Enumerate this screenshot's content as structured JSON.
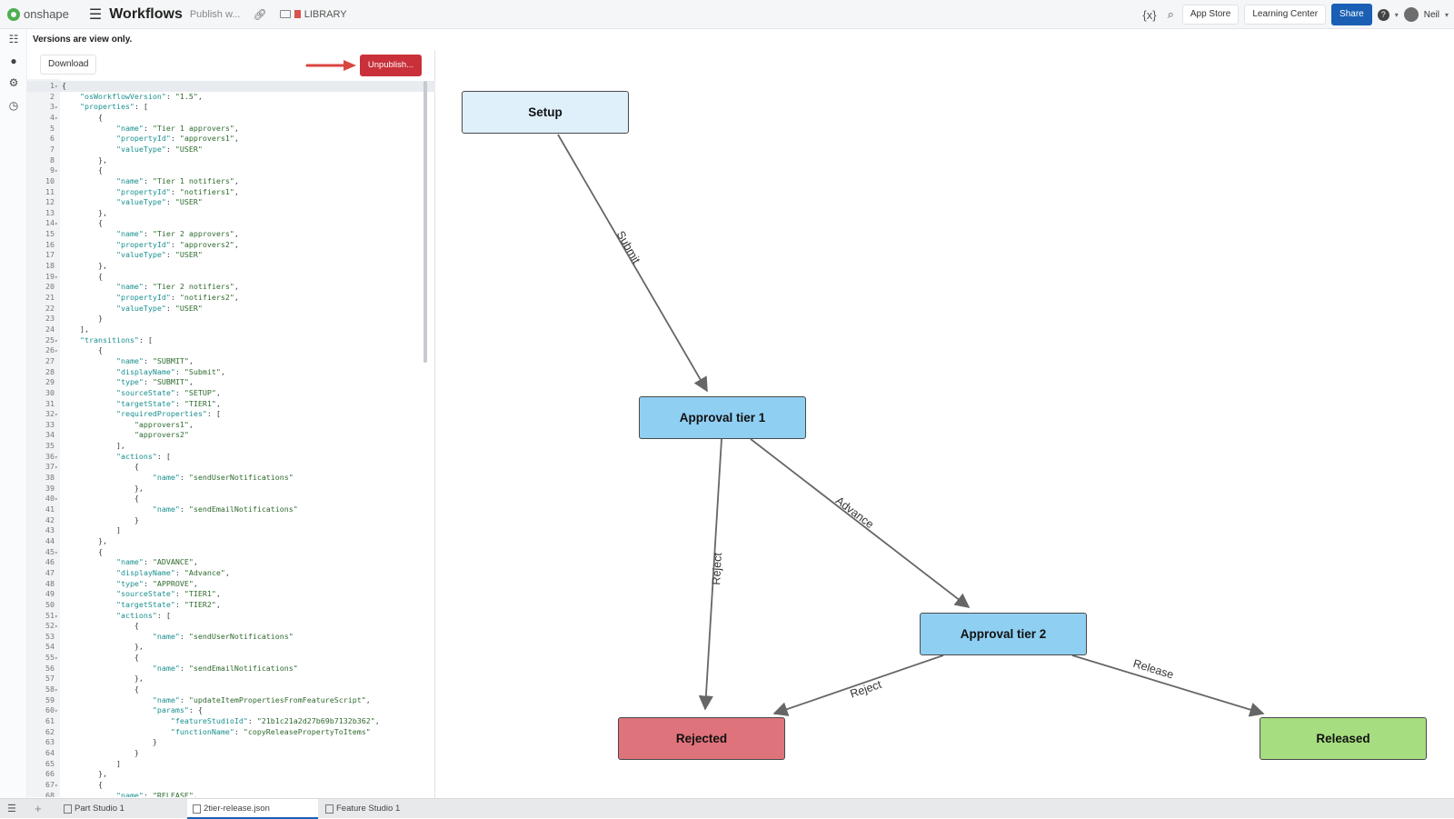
{
  "topbar": {
    "brand": "onshape",
    "title": "Workflows",
    "subtitle": "Publish w...",
    "library_label": "LIBRARY",
    "app_store": "App Store",
    "learning_center": "Learning Center",
    "share": "Share",
    "user": "Neil"
  },
  "notice": "Versions are view only.",
  "editor": {
    "download": "Download",
    "unpublish": "Unpublish...",
    "lines": [
      {
        "n": "1",
        "f": "▾",
        "t": "{"
      },
      {
        "n": "2",
        "f": "",
        "t": "    \"osWorkflowVersion\": \"1.5\","
      },
      {
        "n": "3",
        "f": "▾",
        "t": "    \"properties\": ["
      },
      {
        "n": "4",
        "f": "▾",
        "t": "        {"
      },
      {
        "n": "5",
        "f": "",
        "t": "            \"name\": \"Tier 1 approvers\","
      },
      {
        "n": "6",
        "f": "",
        "t": "            \"propertyId\": \"approvers1\","
      },
      {
        "n": "7",
        "f": "",
        "t": "            \"valueType\": \"USER\""
      },
      {
        "n": "8",
        "f": "",
        "t": "        },"
      },
      {
        "n": "9",
        "f": "▾",
        "t": "        {"
      },
      {
        "n": "10",
        "f": "",
        "t": "            \"name\": \"Tier 1 notifiers\","
      },
      {
        "n": "11",
        "f": "",
        "t": "            \"propertyId\": \"notifiers1\","
      },
      {
        "n": "12",
        "f": "",
        "t": "            \"valueType\": \"USER\""
      },
      {
        "n": "13",
        "f": "",
        "t": "        },"
      },
      {
        "n": "14",
        "f": "▾",
        "t": "        {"
      },
      {
        "n": "15",
        "f": "",
        "t": "            \"name\": \"Tier 2 approvers\","
      },
      {
        "n": "16",
        "f": "",
        "t": "            \"propertyId\": \"approvers2\","
      },
      {
        "n": "17",
        "f": "",
        "t": "            \"valueType\": \"USER\""
      },
      {
        "n": "18",
        "f": "",
        "t": "        },"
      },
      {
        "n": "19",
        "f": "▾",
        "t": "        {"
      },
      {
        "n": "20",
        "f": "",
        "t": "            \"name\": \"Tier 2 notifiers\","
      },
      {
        "n": "21",
        "f": "",
        "t": "            \"propertyId\": \"notifiers2\","
      },
      {
        "n": "22",
        "f": "",
        "t": "            \"valueType\": \"USER\""
      },
      {
        "n": "23",
        "f": "",
        "t": "        }"
      },
      {
        "n": "24",
        "f": "",
        "t": "    ],"
      },
      {
        "n": "25",
        "f": "▾",
        "t": "    \"transitions\": ["
      },
      {
        "n": "26",
        "f": "▾",
        "t": "        {"
      },
      {
        "n": "27",
        "f": "",
        "t": "            \"name\": \"SUBMIT\","
      },
      {
        "n": "28",
        "f": "",
        "t": "            \"displayName\": \"Submit\","
      },
      {
        "n": "29",
        "f": "",
        "t": "            \"type\": \"SUBMIT\","
      },
      {
        "n": "30",
        "f": "",
        "t": "            \"sourceState\": \"SETUP\","
      },
      {
        "n": "31",
        "f": "",
        "t": "            \"targetState\": \"TIER1\","
      },
      {
        "n": "32",
        "f": "▾",
        "t": "            \"requiredProperties\": ["
      },
      {
        "n": "33",
        "f": "",
        "t": "                \"approvers1\","
      },
      {
        "n": "34",
        "f": "",
        "t": "                \"approvers2\""
      },
      {
        "n": "35",
        "f": "",
        "t": "            ],"
      },
      {
        "n": "36",
        "f": "▾",
        "t": "            \"actions\": ["
      },
      {
        "n": "37",
        "f": "▾",
        "t": "                {"
      },
      {
        "n": "38",
        "f": "",
        "t": "                    \"name\": \"sendUserNotifications\""
      },
      {
        "n": "39",
        "f": "",
        "t": "                },"
      },
      {
        "n": "40",
        "f": "▾",
        "t": "                {"
      },
      {
        "n": "41",
        "f": "",
        "t": "                    \"name\": \"sendEmailNotifications\""
      },
      {
        "n": "42",
        "f": "",
        "t": "                }"
      },
      {
        "n": "43",
        "f": "",
        "t": "            ]"
      },
      {
        "n": "44",
        "f": "",
        "t": "        },"
      },
      {
        "n": "45",
        "f": "▾",
        "t": "        {"
      },
      {
        "n": "46",
        "f": "",
        "t": "            \"name\": \"ADVANCE\","
      },
      {
        "n": "47",
        "f": "",
        "t": "            \"displayName\": \"Advance\","
      },
      {
        "n": "48",
        "f": "",
        "t": "            \"type\": \"APPROVE\","
      },
      {
        "n": "49",
        "f": "",
        "t": "            \"sourceState\": \"TIER1\","
      },
      {
        "n": "50",
        "f": "",
        "t": "            \"targetState\": \"TIER2\","
      },
      {
        "n": "51",
        "f": "▾",
        "t": "            \"actions\": ["
      },
      {
        "n": "52",
        "f": "▾",
        "t": "                {"
      },
      {
        "n": "53",
        "f": "",
        "t": "                    \"name\": \"sendUserNotifications\""
      },
      {
        "n": "54",
        "f": "",
        "t": "                },"
      },
      {
        "n": "55",
        "f": "▾",
        "t": "                {"
      },
      {
        "n": "56",
        "f": "",
        "t": "                    \"name\": \"sendEmailNotifications\""
      },
      {
        "n": "57",
        "f": "",
        "t": "                },"
      },
      {
        "n": "58",
        "f": "▾",
        "t": "                {"
      },
      {
        "n": "59",
        "f": "",
        "t": "                    \"name\": \"updateItemPropertiesFromFeatureScript\","
      },
      {
        "n": "60",
        "f": "▾",
        "t": "                    \"params\": {"
      },
      {
        "n": "61",
        "f": "",
        "t": "                        \"featureStudioId\": \"21b1c21a2d27b69b7132b362\","
      },
      {
        "n": "62",
        "f": "",
        "t": "                        \"functionName\": \"copyReleasePropertyToItems\""
      },
      {
        "n": "63",
        "f": "",
        "t": "                    }"
      },
      {
        "n": "64",
        "f": "",
        "t": "                }"
      },
      {
        "n": "65",
        "f": "",
        "t": "            ]"
      },
      {
        "n": "66",
        "f": "",
        "t": "        },"
      },
      {
        "n": "67",
        "f": "▾",
        "t": "        {"
      },
      {
        "n": "68",
        "f": "",
        "t": "            \"name\": \"RELEASE\","
      }
    ]
  },
  "graph": {
    "nodes": {
      "setup": {
        "label": "Setup",
        "color": "#dff0fb"
      },
      "tier1": {
        "label": "Approval tier 1",
        "color": "#8fcff2"
      },
      "tier2": {
        "label": "Approval tier 2",
        "color": "#8fcff2"
      },
      "rejected": {
        "label": "Rejected",
        "color": "#de737b"
      },
      "released": {
        "label": "Released",
        "color": "#a6dd80"
      }
    },
    "edges": {
      "submit": "Submit",
      "advance": "Advance",
      "reject1": "Reject",
      "reject2": "Reject",
      "release": "Release"
    }
  },
  "tabs": [
    {
      "label": "Part Studio 1"
    },
    {
      "label": "2tier-release.json"
    },
    {
      "label": "Feature Studio 1"
    }
  ],
  "colors": {
    "accent": "#1a5fb4",
    "danger": "#c9303a",
    "annotation_arrow": "#d9463f"
  }
}
